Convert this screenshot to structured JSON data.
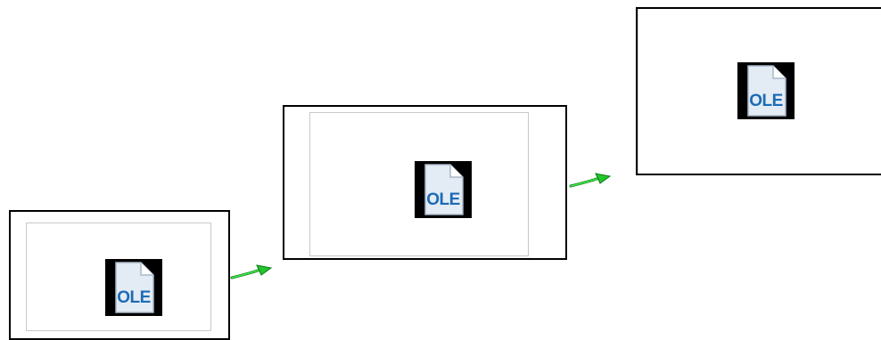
{
  "steps": [
    {
      "icon_label": "OLE",
      "icon": "ole-document-icon"
    },
    {
      "icon_label": "OLE",
      "icon": "ole-document-icon"
    },
    {
      "icon_label": "OLE",
      "icon": "ole-document-icon"
    }
  ],
  "connectors": [
    {
      "icon": "green-arrow-icon"
    },
    {
      "icon": "green-arrow-icon"
    }
  ],
  "colors": {
    "frame_border": "#000000",
    "inner_border": "#c9c9c9",
    "ole_text": "#1c6bb5",
    "ole_page": "#e3ebf4",
    "arrow_green": "#22c52b"
  }
}
